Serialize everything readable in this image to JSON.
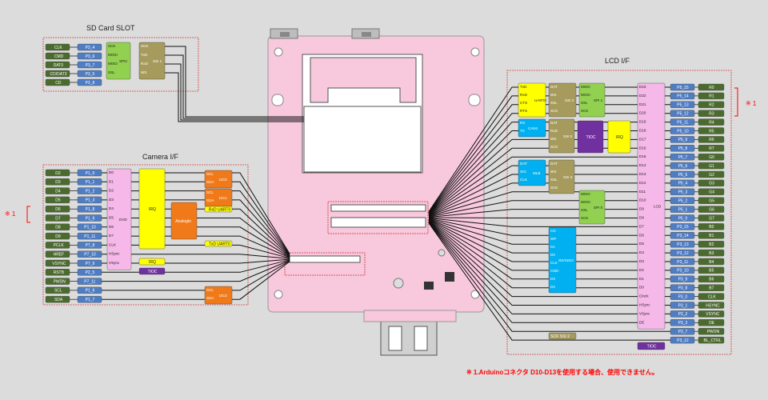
{
  "titles": {
    "sd": "SD Card SLOT",
    "camera": "Camera I/F",
    "lcd": "LCD I/F"
  },
  "note_mark": "※ 1",
  "footnote": "※ 1.Arduinoコネクタ D10-D13を使用する場合、使用できません。",
  "sd": {
    "signals": [
      "CLK",
      "CMD",
      "DAT0",
      "CD/DAT3",
      "CD"
    ],
    "pins": [
      "P3_4",
      "P3_6",
      "P3_7",
      "P3_5",
      "P3_8"
    ],
    "func_spi": [
      "SCK",
      "MOSI",
      "MISO",
      "SSL"
    ],
    "spi_label": "SPI2",
    "func_ssi": [
      "SCK",
      "TxD",
      "RxD",
      "WS"
    ],
    "ssi_label": "SSI 1"
  },
  "camera": {
    "signals": [
      "D2",
      "D3",
      "D4",
      "D5",
      "D6",
      "D7",
      "D8",
      "D9",
      "PCLK",
      "HREF",
      "VSYNC",
      "RSTB",
      "PWDN",
      "SCL",
      "SDA"
    ],
    "pins": [
      "P1_0",
      "P1_1",
      "P1_2",
      "P1_3",
      "P1_8",
      "P1_9",
      "P1_10",
      "P1_11",
      "P7_8",
      "P7_10",
      "P7_9",
      "P2_5",
      "P7_11",
      "P1_6",
      "P1_7"
    ],
    "dvd_items": [
      "D0",
      "D1",
      "D2",
      "D3",
      "D4",
      "D5",
      "D6",
      "D7",
      "CLK",
      "HSync",
      "VSync"
    ],
    "dvd_label": "DVD",
    "irq_label": "IRQ",
    "analogin_label": "AnalogIn",
    "i2c0": [
      "SCL",
      "SDA"
    ],
    "i2c0_label": "I2C0",
    "i2c1": [
      "SCL",
      "SDA"
    ],
    "i2c1_label": "I2C1",
    "rxd_uart": "RxD UART0",
    "txd_uart": "TxD UART0",
    "irq2": "IRQ",
    "tioc": "TIOC",
    "i2c3": [
      "SCL",
      "SDA"
    ],
    "i2c3_label": "I2C3"
  },
  "lcd": {
    "signals": [
      "R0",
      "R1",
      "R2",
      "R3",
      "R4",
      "R5",
      "R6",
      "R7",
      "G0",
      "G1",
      "G2",
      "G3",
      "G4",
      "G5",
      "G6",
      "G7",
      "B0",
      "B1",
      "B2",
      "B3",
      "B4",
      "B5",
      "B6",
      "B7",
      "CLK",
      "HSYNC",
      "VSYNC",
      "DE",
      "PWON",
      "BL_CTRL"
    ],
    "pins": [
      "P5_15",
      "P5_14",
      "P5_13",
      "P5_12",
      "P5_11",
      "P5_10",
      "P5_9",
      "P5_8",
      "P5_7",
      "P5_6",
      "P5_5",
      "P5_4",
      "P5_3",
      "P5_2",
      "P5_1",
      "P5_0",
      "P3_15",
      "P3_14",
      "P3_13",
      "P3_12",
      "P3_11",
      "P3_10",
      "P3_9",
      "P3_8",
      "P3_0",
      "P3_1",
      "P3_2",
      "P3_3",
      "P3_7",
      "P3_12"
    ],
    "lcd_items": [
      "D23",
      "D22",
      "D21",
      "D20",
      "D19",
      "D18",
      "D17",
      "D16",
      "D15",
      "D14",
      "D13",
      "D12",
      "D11",
      "D10",
      "D9",
      "D8",
      "D7",
      "D6",
      "D5",
      "D4",
      "D3",
      "D2",
      "D1",
      "D0",
      "Clock",
      "HSync",
      "VSync",
      "DE"
    ],
    "lcd_label": "LCD",
    "uart_items": [
      "TxD",
      "RxD",
      "CTS",
      "RTS"
    ],
    "uart_label": "UART0",
    "ssi2_items": [
      "DAT",
      "WS",
      "SSL",
      "SCK"
    ],
    "ssi2_label": "SSI 2",
    "spi1_items": [
      "MISO",
      "MOSI",
      "SSL",
      "SCK"
    ],
    "spi1_label": "SPI 1",
    "can_items": [
      "RX",
      "TX"
    ],
    "can_label": "CAN1",
    "ssi0_items": [
      "DAT",
      "RxD",
      "WS",
      "SCK"
    ],
    "ssi0_label": "SSI 0",
    "tioc_label": "TIOC",
    "irq_label": "IRQ",
    "mlb_items": [
      "DAT",
      "SIG",
      "CLK"
    ],
    "mlb_label": "MLB",
    "ssi3_items": [
      "DAT",
      "WS",
      "SSL",
      "SCK"
    ],
    "ssi3_label": "SSI 3",
    "spi0_items": [
      "MISO",
      "MOSI",
      "SSL",
      "SCK"
    ],
    "spi0_label": "SPI 0",
    "sd_items": [
      "CD",
      "WP",
      "D1",
      "D0",
      "CLK",
      "CMD",
      "D3",
      "D2"
    ],
    "sd_label": "SD/SDIO",
    "sck_ssi2": "SCK   SSI 2",
    "tioc2": "TIOC"
  },
  "colors": {
    "green": "#4b6b2e",
    "blue": "#4f7dc4",
    "pink": "#f5b8e8",
    "yellow": "#ffff00",
    "orange": "#f07a1a",
    "olive": "#a69b5c",
    "lime": "#92d050",
    "cyan": "#00b0f0",
    "purple": "#7030a0",
    "board": "#f8c8dc",
    "red": "#ff0000"
  }
}
